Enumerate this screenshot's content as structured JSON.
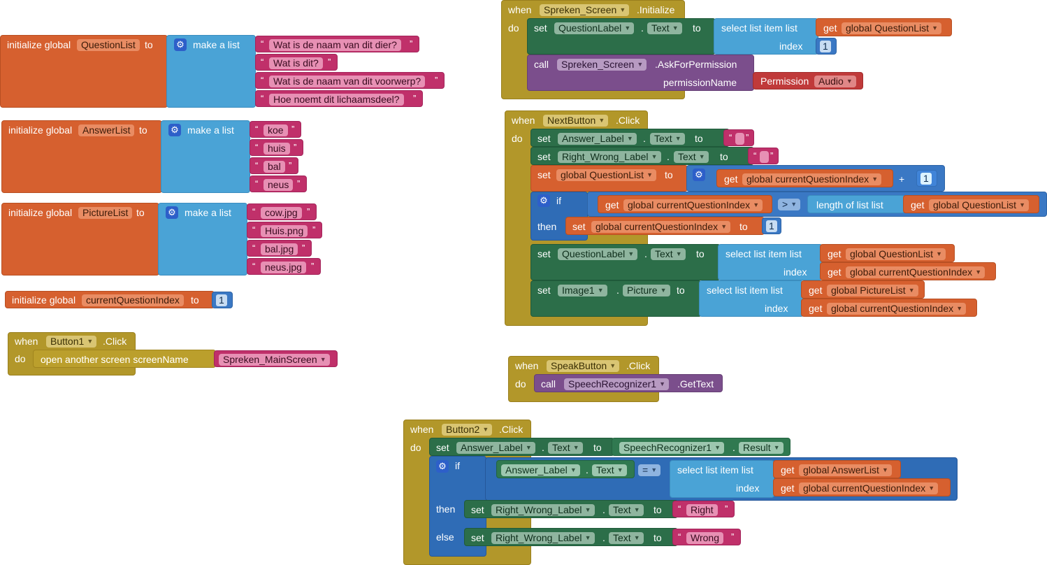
{
  "globals": {
    "question_list": {
      "init_label": "initialize global",
      "name": "QuestionList",
      "to": "to",
      "make_list": "make a list",
      "items": [
        "Wat is de naam van dit dier?",
        "Wat is dit?",
        "Wat is de naam van dit voorwerp?",
        "Hoe noemt dit lichaamsdeel?"
      ]
    },
    "answer_list": {
      "init_label": "initialize global",
      "name": "AnswerList",
      "to": "to",
      "make_list": "make a list",
      "items": [
        "koe",
        "huis",
        "bal",
        "neus"
      ]
    },
    "picture_list": {
      "init_label": "initialize global",
      "name": "PictureList",
      "to": "to",
      "make_list": "make a list",
      "items": [
        "cow.jpg",
        "Huis.png",
        "bal.jpg",
        "neus.jpg"
      ]
    },
    "current_index": {
      "init_label": "initialize global",
      "name": "currentQuestionIndex",
      "to": "to",
      "value": "1"
    }
  },
  "button1_click": {
    "when": "when",
    "component": "Button1",
    "event": ".Click",
    "do": "do",
    "open_label": "open another screen  screenName",
    "screen_name": "Spreken_MainScreen"
  },
  "screen_init": {
    "when": "when",
    "component": "Spreken_Screen",
    "event": ".Initialize",
    "do": "do",
    "set": "set",
    "target": "QuestionLabel",
    "dot": ".",
    "prop": "Text",
    "to": "to",
    "select_label": "select list item  list",
    "get": "get",
    "get_var": "global QuestionList",
    "index_label": "index",
    "index_value": "1",
    "call": "call",
    "call_comp": "Spreken_Screen",
    "call_method": ".AskForPermission",
    "perm_label": "permissionName",
    "perm_kw": "Permission",
    "perm_value": "Audio"
  },
  "next_click": {
    "when": "when",
    "component": "NextButton",
    "event": ".Click",
    "do": "do",
    "set": "set",
    "dot": ".",
    "to": "to",
    "get": "get",
    "s1_target": "Answer_Label",
    "s1_prop": "Text",
    "s2_target": "Right_Wrong_Label",
    "s2_prop": "Text",
    "s3_var": "global QuestionList",
    "s3_get": "global currentQuestionIndex",
    "plus": "+",
    "s3_num": "1",
    "if": "if",
    "then": "then",
    "cond_get": "global currentQuestionIndex",
    "gt": ">",
    "length_label": "length of list  list",
    "cond_list": "global QuestionList",
    "then_var": "global currentQuestionIndex",
    "then_num": "1",
    "s4_target": "QuestionLabel",
    "s4_prop": "Text",
    "s4_select": "select list item  list",
    "s4_list": "global QuestionList",
    "index_label": "index",
    "s4_index": "global currentQuestionIndex",
    "s5_target": "Image1",
    "s5_prop": "Picture",
    "s5_select": "select list item  list",
    "s5_list": "global PictureList",
    "s5_index": "global currentQuestionIndex"
  },
  "speak_click": {
    "when": "when",
    "component": "SpeakButton",
    "event": ".Click",
    "do": "do",
    "call": "call",
    "call_comp": "SpeechRecognizer1",
    "call_method": ".GetText"
  },
  "button2_click": {
    "when": "when",
    "component": "Button2",
    "event": ".Click",
    "do": "do",
    "set": "set",
    "dot": ".",
    "to": "to",
    "get": "get",
    "s1_target": "Answer_Label",
    "s1_prop": "Text",
    "s1_comp": "SpeechRecognizer1",
    "s1_val": "Result",
    "if": "if",
    "then": "then",
    "else": "else",
    "cond_target": "Answer_Label",
    "cond_prop": "Text",
    "eq": "=",
    "select_label": "select list item  list",
    "cond_list": "global AnswerList",
    "index_label": "index",
    "cond_index": "global currentQuestionIndex",
    "then_target": "Right_Wrong_Label",
    "then_prop": "Text",
    "then_val": "Right",
    "else_target": "Right_Wrong_Label",
    "else_prop": "Text",
    "else_val": "Wrong"
  },
  "colors": {
    "variables": "#d6602f",
    "lists": "#4aa3d6",
    "text": "#c0306a",
    "control": "#b2972a",
    "components": "#2c6e49",
    "procedures": "#7b4e8c",
    "math": "#3a78c4"
  }
}
